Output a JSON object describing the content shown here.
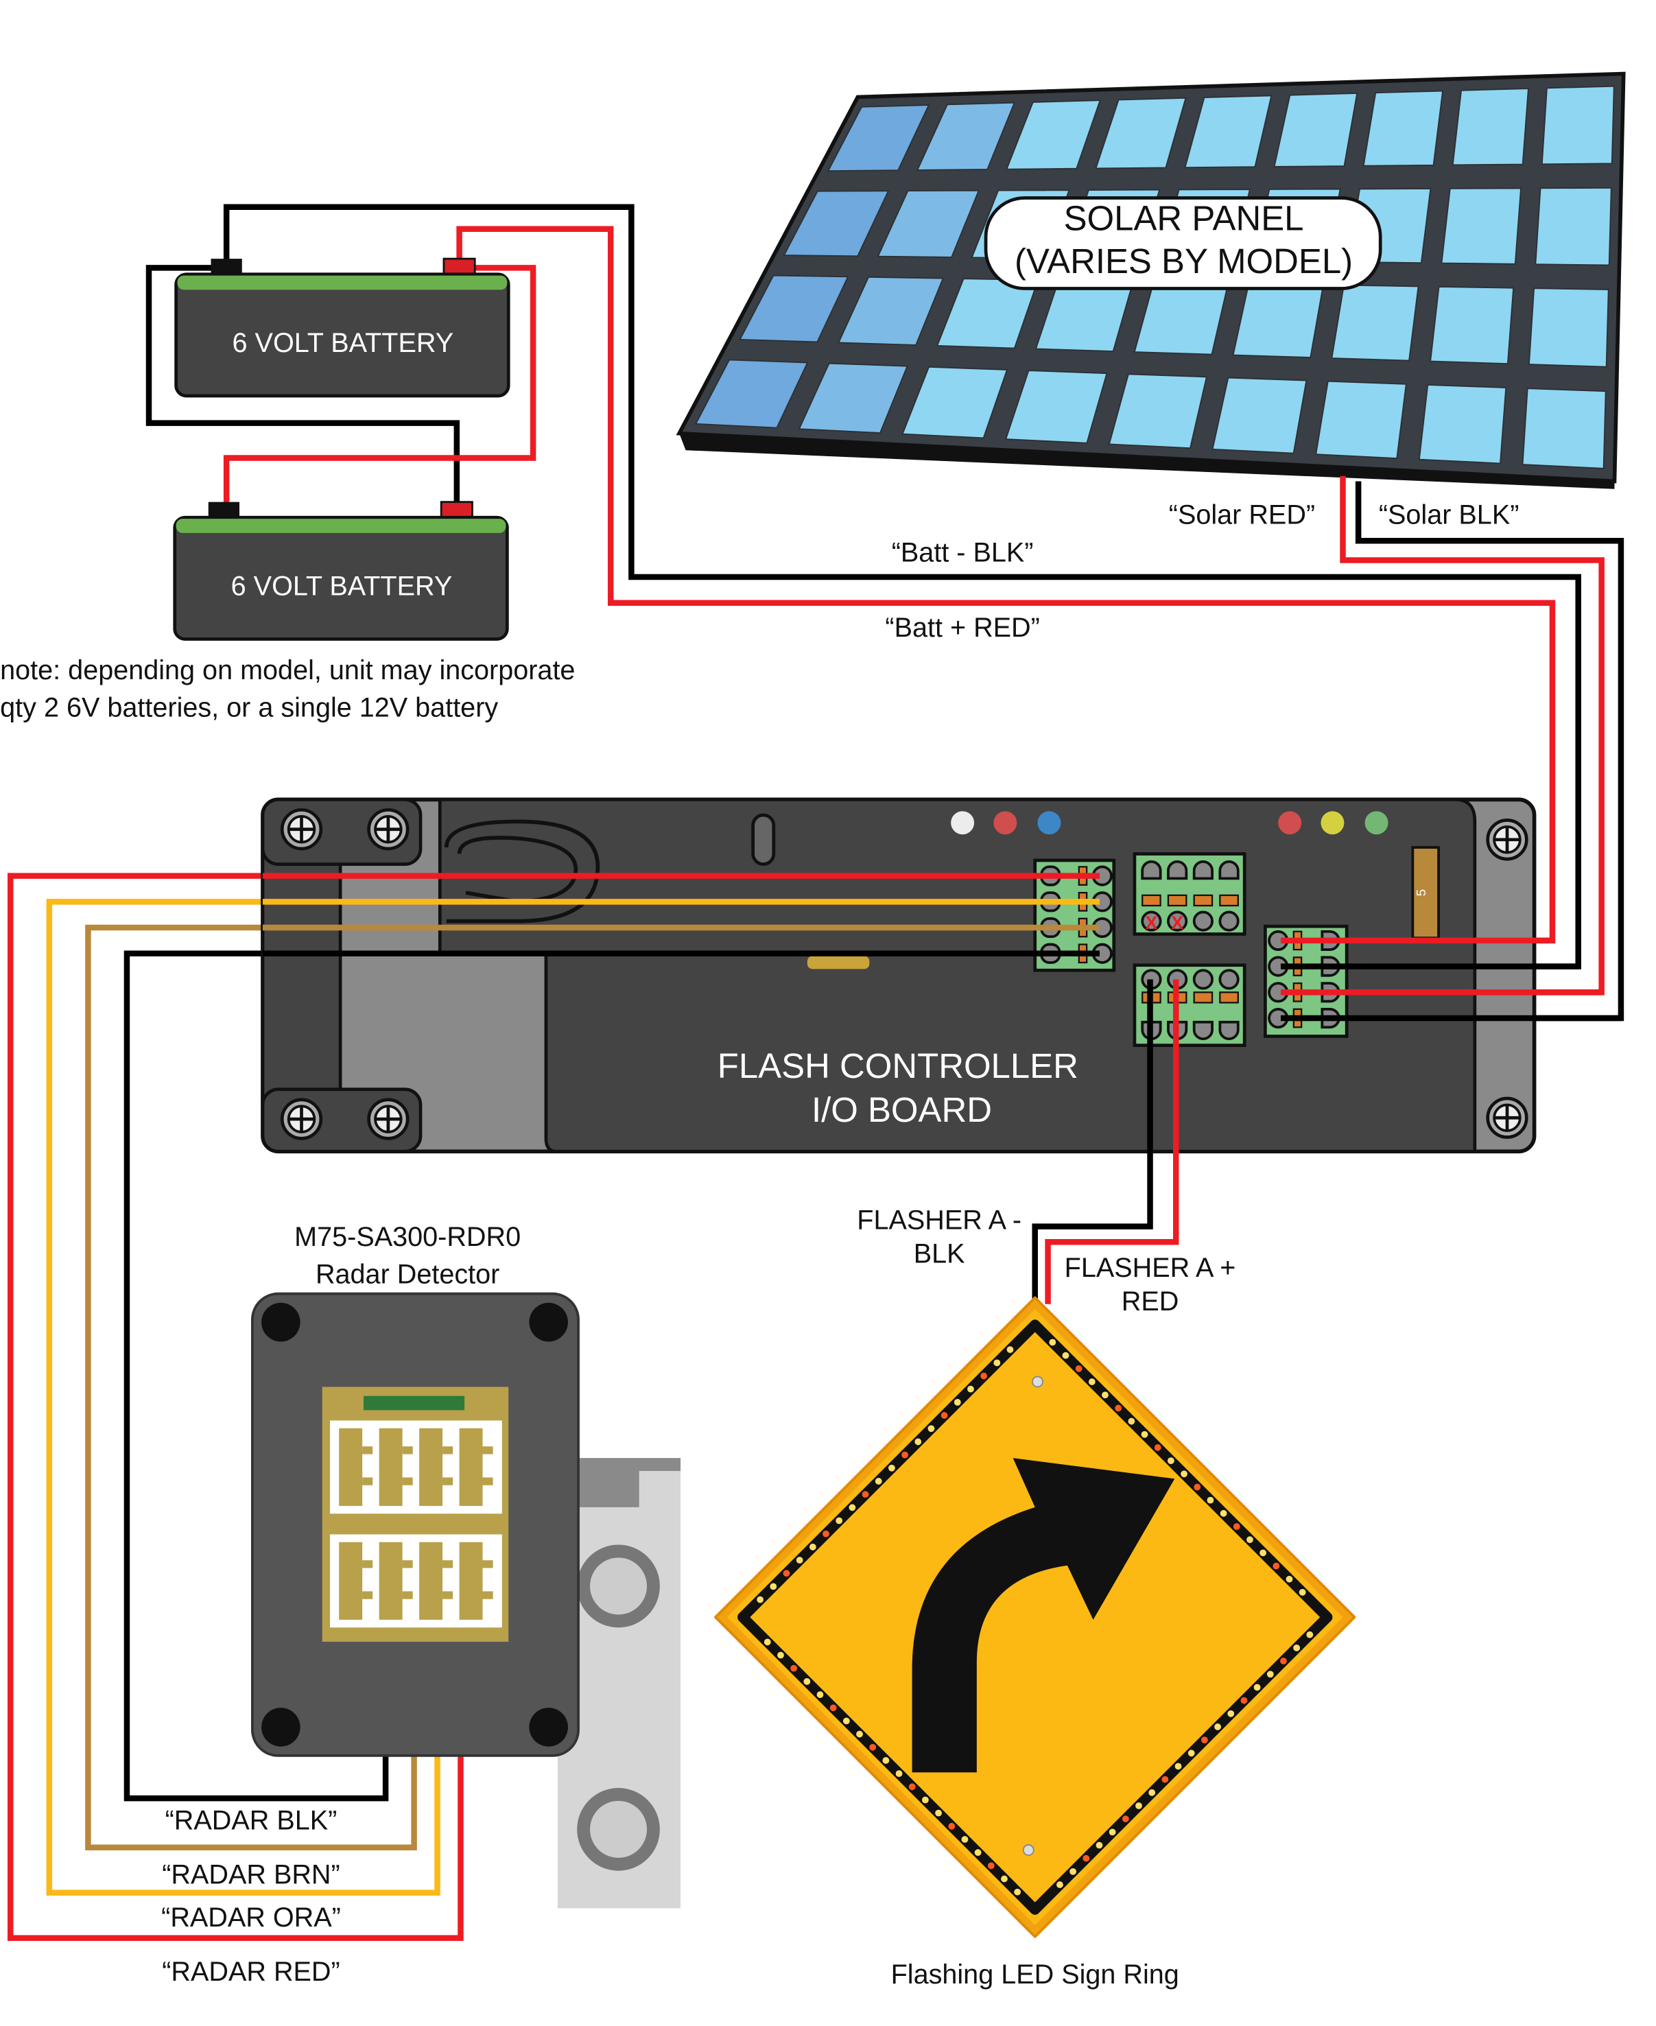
{
  "batteries": [
    {
      "label": "6 VOLT  BATTERY"
    },
    {
      "label": "6 VOLT  BATTERY"
    }
  ],
  "note": {
    "line1": "note: depending on model, unit may incorporate",
    "line2": "qty 2 6V batteries, or a single 12V battery"
  },
  "solar_panel": {
    "line1": "SOLAR PANEL",
    "line2": "(VARIES BY MODEL)"
  },
  "wire_labels": {
    "solar_red": "“Solar RED”",
    "solar_blk": "“Solar BLK”",
    "batt_blk": "“Batt - BLK”",
    "batt_red": "“Batt + RED”",
    "flasher_blk_1": "FLASHER A -",
    "flasher_blk_2": "BLK",
    "flasher_red_1": "FLASHER A +",
    "flasher_red_2": "RED",
    "radar_blk": "“RADAR BLK”",
    "radar_brn": "“RADAR BRN”",
    "radar_ora": "“RADAR ORA”",
    "radar_red": "“RADAR RED”"
  },
  "controller": {
    "line1": "FLASH CONTROLLER",
    "line2": "I/O BOARD",
    "fuse_label": "5",
    "leds": [
      "#ffffff",
      "#e05050",
      "#3d8fd6",
      "#e05050",
      "#e6e040",
      "#7ac47a"
    ]
  },
  "radar": {
    "line1": "M75-SA300-RDR0",
    "line2": "Radar Detector"
  },
  "sign": {
    "caption": "Flashing LED Sign Ring",
    "icon": "curve-right-arrow-icon"
  },
  "colors": {
    "red": "#ed1c24",
    "black": "#000000",
    "orange": "#fbb917",
    "brown": "#b8893a",
    "battery_green": "#6ab04c",
    "sign_yellow": "#fdb913",
    "cell_blue": "#8fd6f2",
    "connector_green": "#7dc683"
  }
}
